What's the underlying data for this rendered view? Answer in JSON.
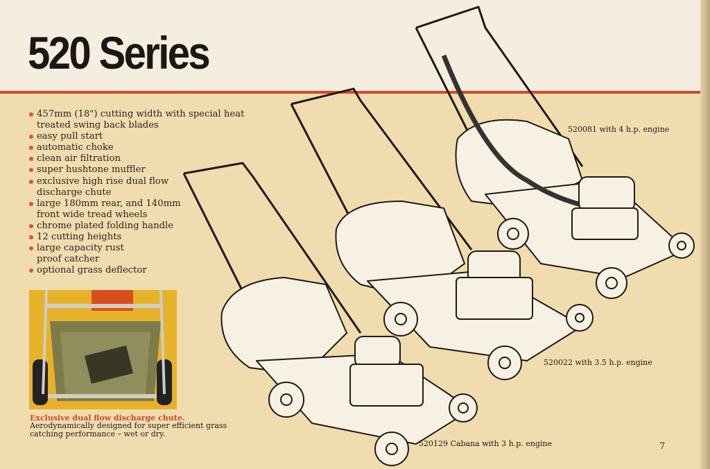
{
  "page": {
    "title": "520 Series",
    "page_number": "7"
  },
  "features": [
    "457mm (18\") cutting width with special heat\ntreated swing back blades",
    "easy pull start",
    "automatic choke",
    "clean air filtration",
    "super hushtone muffler",
    "exclusive high rise dual flow\ndischarge chute",
    "large 180mm rear, and 140mm\nfront wide tread wheels",
    "chrome plated folding handle",
    "12 cutting heights",
    "large capacity rust\nproof catcher",
    "optional grass deflector"
  ],
  "photo_caption": {
    "title": "Exclusive dual flow discharge chute.",
    "body": "Aerodynamically designed for super efficient grass catching performance – wet or dry."
  },
  "models": [
    {
      "label": "520081 with 4 h.p. engine"
    },
    {
      "label": "520022 with 3.5 h.p. engine"
    },
    {
      "label": "520129 Cabana with 3 h.p. engine"
    }
  ],
  "colors": {
    "accent_red": "#d9452a",
    "paper": "#f0dcae",
    "header_paper": "#f4ede0"
  }
}
